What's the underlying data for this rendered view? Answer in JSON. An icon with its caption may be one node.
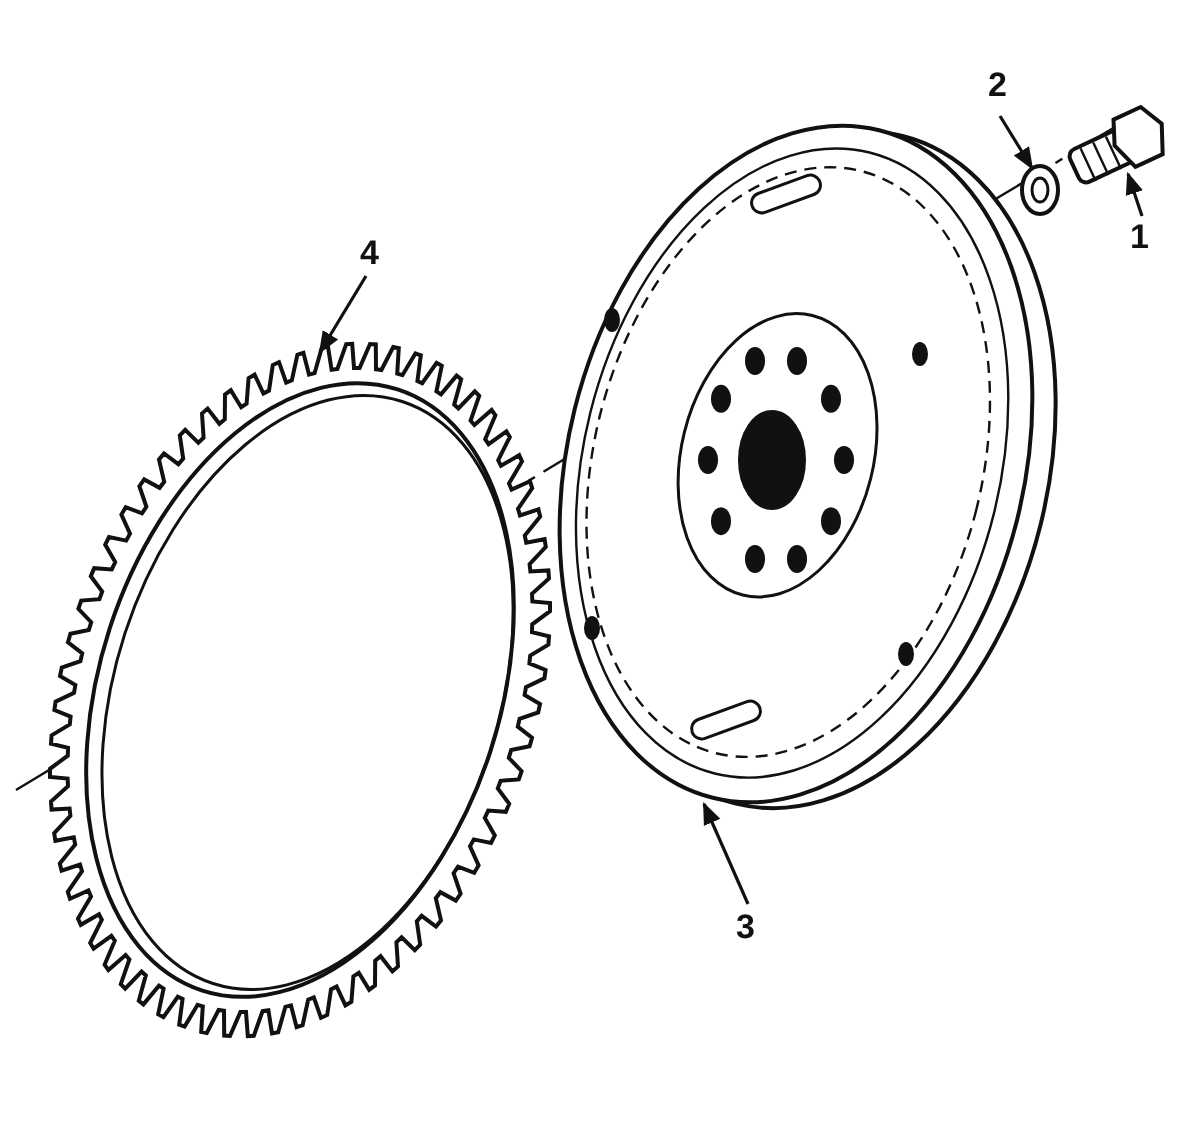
{
  "diagram": {
    "nodes": [
      {
        "text": [
          "1"
        ]
      },
      {
        "text": [],
        "shape": "picture"
      },
      {
        "text": [
          "2"
        ]
      },
      {
        "text": [],
        "shape": "picture"
      },
      {
        "text": [
          "3"
        ]
      },
      {
        "text": [],
        "shape": "picture"
      },
      {
        "text": [
          "4"
        ]
      },
      {
        "text": [],
        "shape": "picture"
      }
    ],
    "edges": [
      {
        "from": 0,
        "to": 1,
        "arrow": "to"
      },
      {
        "from": 2,
        "to": 3,
        "arrow": "to"
      },
      {
        "from": 4,
        "to": 5,
        "arrow": "to"
      },
      {
        "from": 6,
        "to": 7,
        "arrow": "to"
      }
    ]
  }
}
